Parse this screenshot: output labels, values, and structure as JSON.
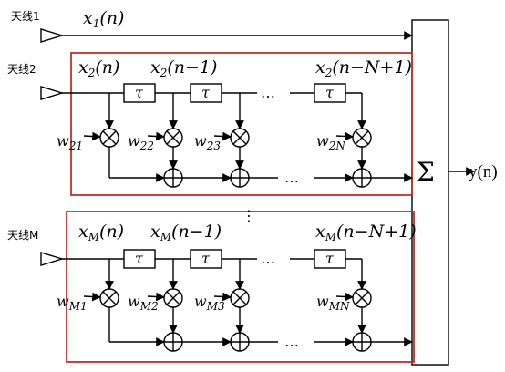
{
  "antennas": {
    "a1": "天线1",
    "a2": "天线2",
    "aM": "天线M"
  },
  "signals": {
    "x1n": "x1(n)",
    "row2": {
      "x": "x2(n)",
      "x1": "x2(n−1)",
      "xN": "x2(n−N+1)"
    },
    "rowM": {
      "x": "xM(n)",
      "x1": "xM(n−1)",
      "xN": "xM(n−N+1)"
    }
  },
  "weights": {
    "row2": [
      "w21",
      "w22",
      "w23",
      "w2N"
    ],
    "rowM": [
      "wM1",
      "wM2",
      "wM3",
      "wMN"
    ]
  },
  "delay_symbol": "τ",
  "ellipsis_h": "…",
  "ellipsis_v": "⋮",
  "sum_symbol": "Σ",
  "output": "y(n)"
}
